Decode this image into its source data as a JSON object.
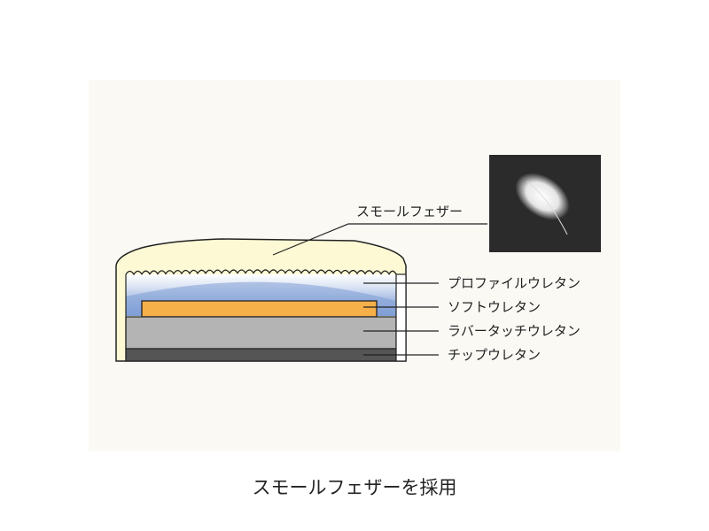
{
  "diagram": {
    "feather_label": "スモールフェザー",
    "layers": [
      {
        "label": "プロファイルウレタン",
        "color": "#7f9fd6"
      },
      {
        "label": "ソフトウレタン",
        "color": "#f6b04a"
      },
      {
        "label": "ラバータッチウレタン",
        "color": "#b4b4b4"
      },
      {
        "label": "チップウレタン",
        "color": "#555555"
      }
    ],
    "cover_color": "#fdf9d4",
    "photo": "feather-photo"
  },
  "caption": "スモールフェザーを採用"
}
